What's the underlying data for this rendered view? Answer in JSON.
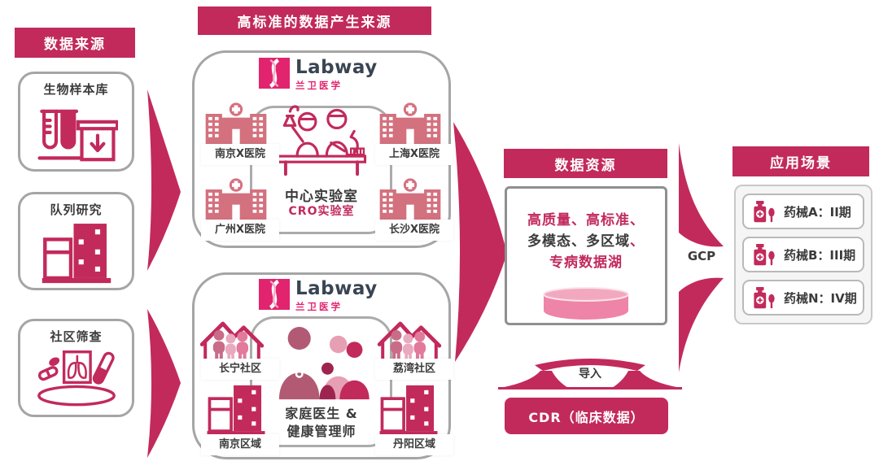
{
  "colors": {
    "accent": "#C22A5C",
    "logo_pink": "#E2246E",
    "rose": "#D4717F",
    "dark_text": "#3B3B3B"
  },
  "left_panel": {
    "header": "数据来源",
    "sources": [
      {
        "title": "生物样本库"
      },
      {
        "title": "队列研究"
      },
      {
        "title": "社区筛查"
      }
    ]
  },
  "production": {
    "header": "高标准的数据产生来源",
    "logo": {
      "name": "Labway",
      "subtitle": "兰卫医学"
    },
    "hospital_group": {
      "nodes": [
        "南京X医院",
        "上海X医院",
        "广州X医院",
        "长沙X医院"
      ],
      "center_title": "中心实验室",
      "center_subtitle": "CRO实验室"
    },
    "community_group": {
      "nodes": [
        "长宁社区",
        "荔湾社区",
        "南京区域",
        "丹阳区域"
      ],
      "center_line1": "家庭医生 &",
      "center_line2": "健康管理师"
    }
  },
  "resource": {
    "header": "数据资源",
    "line1": "高质量、高标准、",
    "line2_dark": "多模态、多区域",
    "line2_accent": "、",
    "line3": "专病数据湖"
  },
  "cdr": {
    "arrow_label": "导入",
    "label": "CDR（临床数据）"
  },
  "transfer": {
    "gcp_label": "GCP"
  },
  "applications": {
    "header": "应用场景",
    "items": [
      {
        "label": "药械A：II期"
      },
      {
        "label": "药械B：III期"
      },
      {
        "label": "药械N：IV期"
      }
    ]
  }
}
